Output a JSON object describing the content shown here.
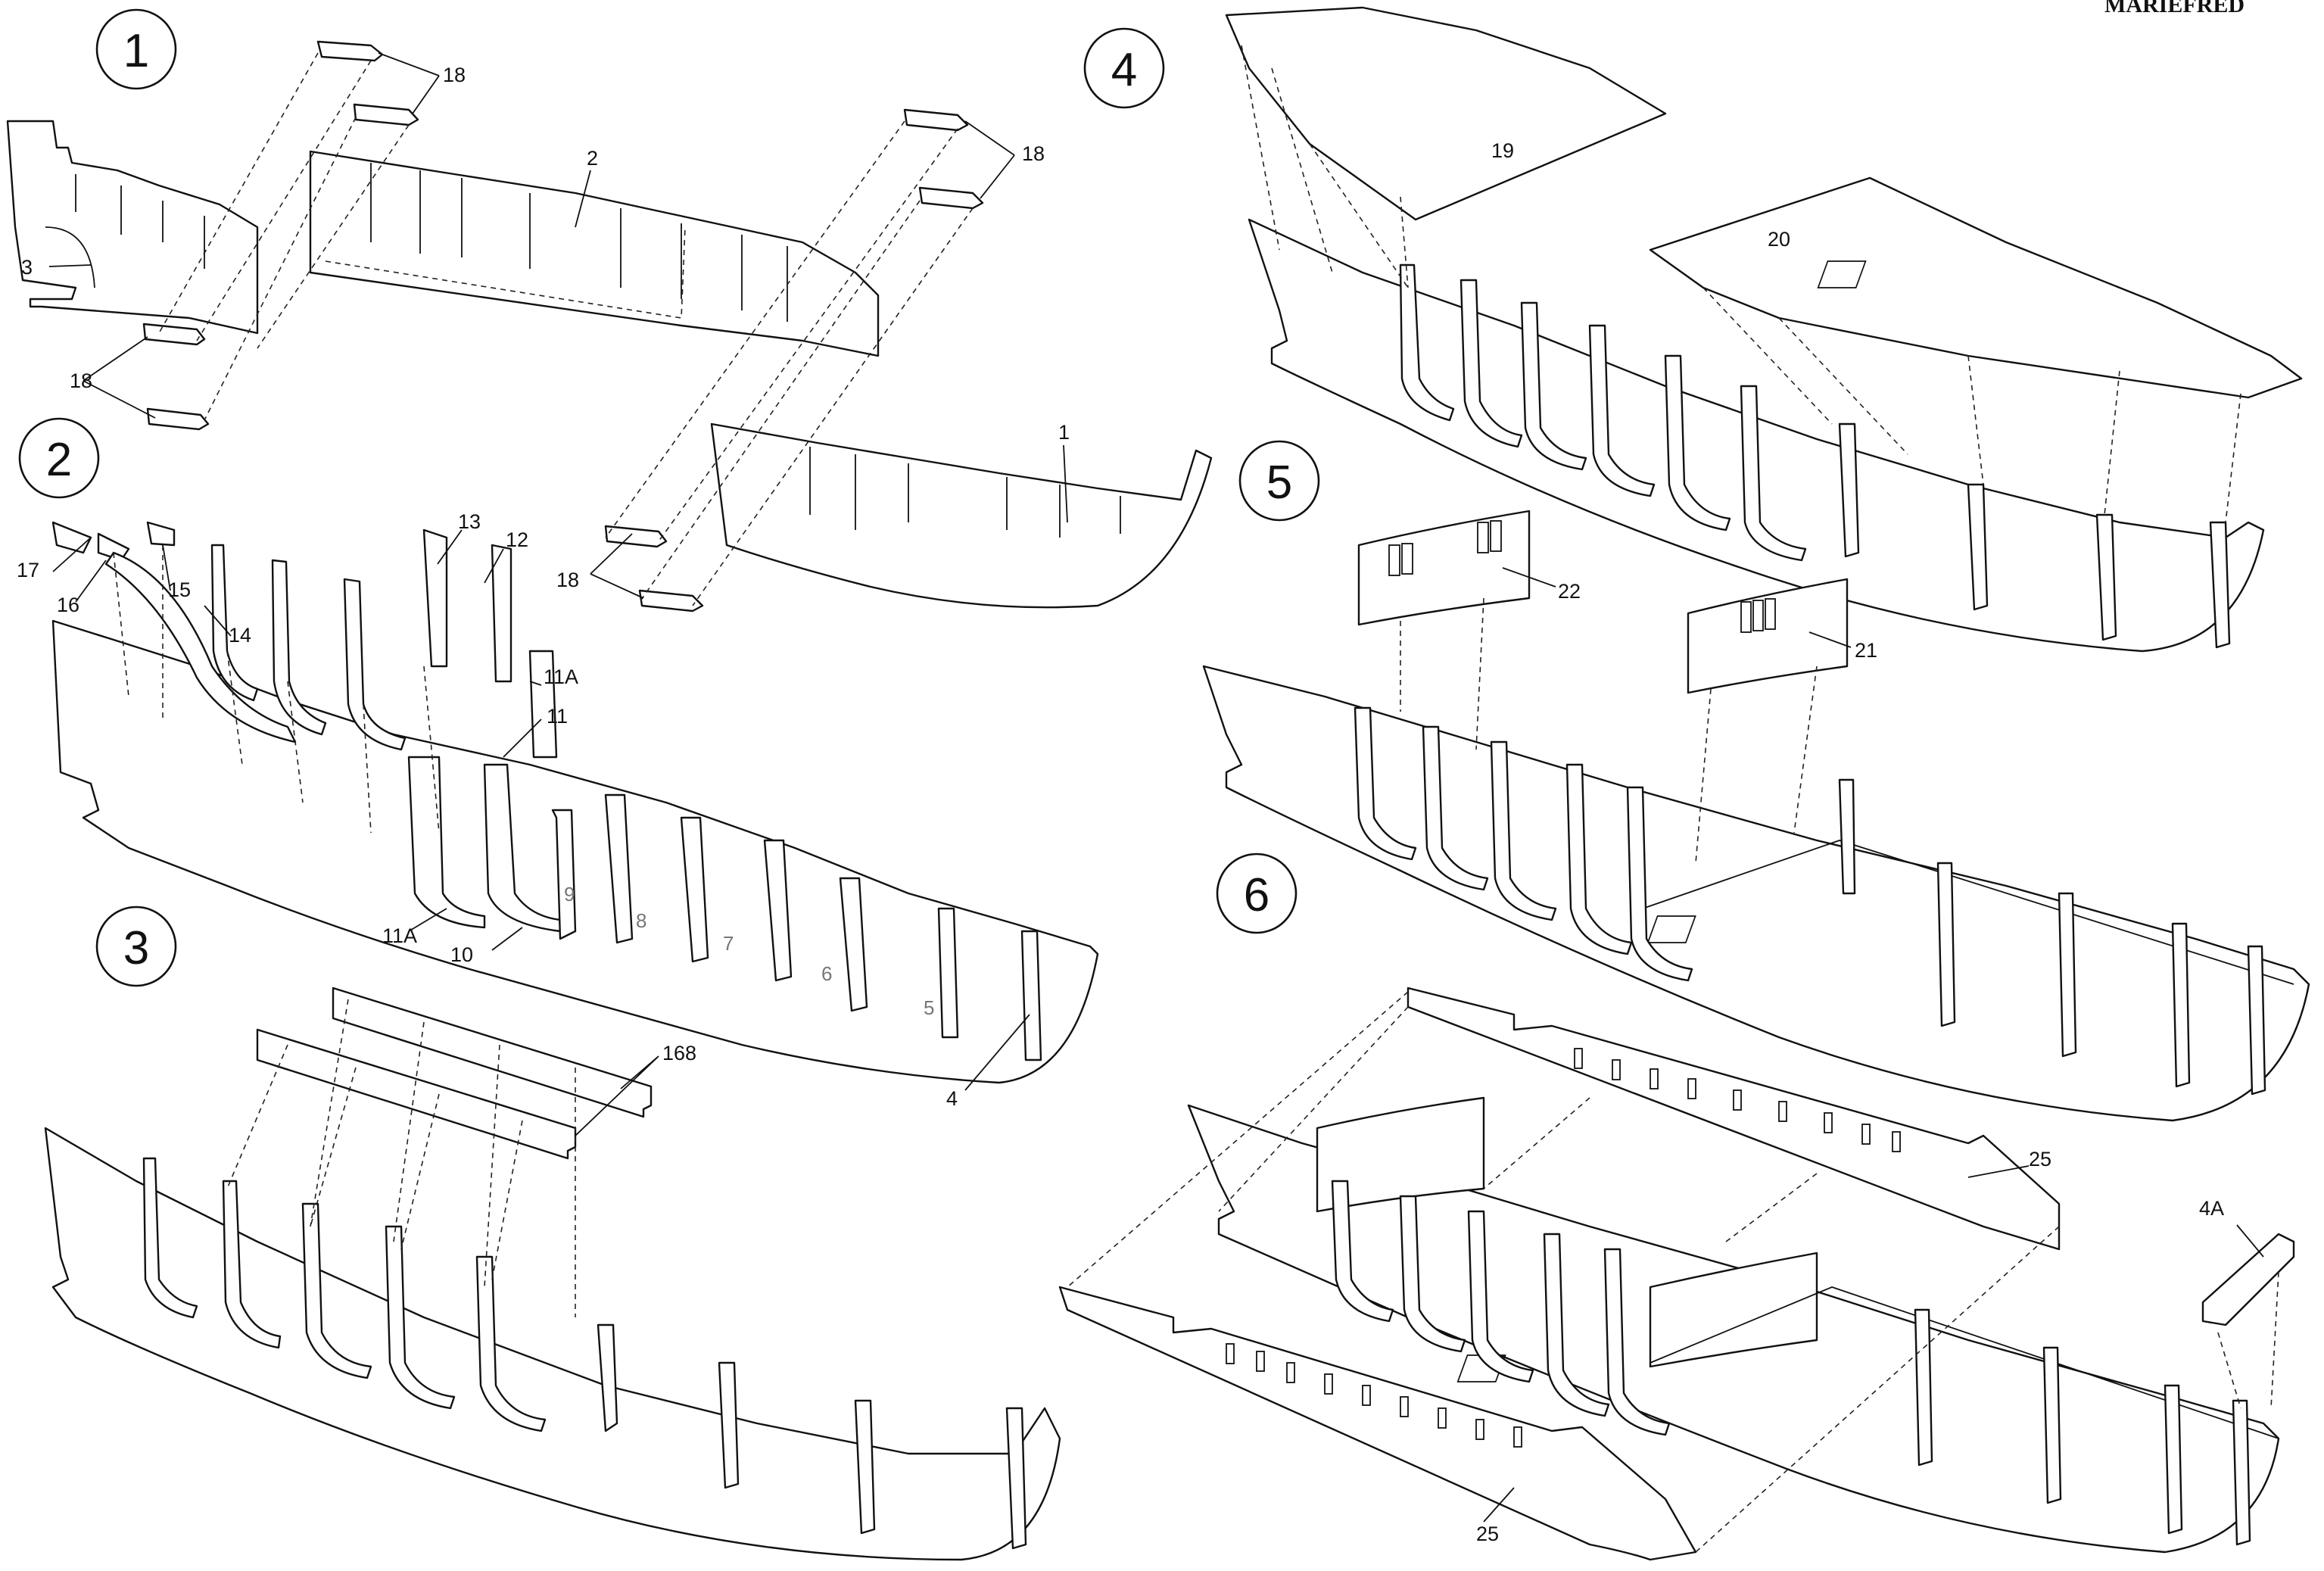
{
  "brand": "MARIEFRED",
  "steps": [
    {
      "number": "1",
      "labels": [
        "18",
        "2",
        "3",
        "18",
        "18",
        "18",
        "1"
      ]
    },
    {
      "number": "2",
      "labels": [
        "13",
        "12",
        "17",
        "15",
        "16",
        "14",
        "11A",
        "11",
        "9",
        "8",
        "7",
        "6",
        "5",
        "11A",
        "10",
        "4"
      ]
    },
    {
      "number": "3",
      "labels": [
        "168"
      ]
    },
    {
      "number": "4",
      "labels": [
        "19",
        "20"
      ]
    },
    {
      "number": "5",
      "labels": [
        "22",
        "21"
      ]
    },
    {
      "number": "6",
      "labels": [
        "25",
        "4A",
        "25"
      ]
    }
  ]
}
